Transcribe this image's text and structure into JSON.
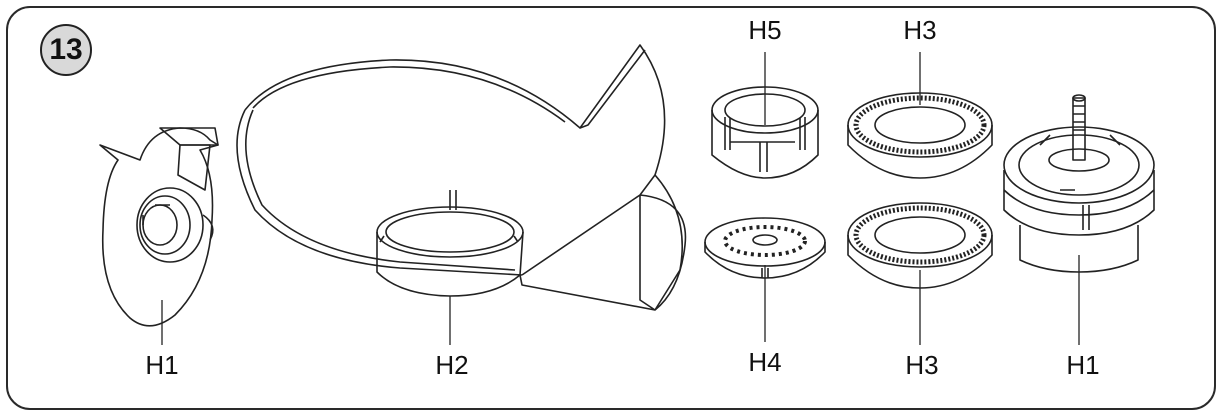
{
  "step_number": "13",
  "labels": {
    "h1_left": "H1",
    "h2": "H2",
    "h5": "H5",
    "h3_top": "H3",
    "h4": "H4",
    "h3_bottom": "H3",
    "h1_right": "H1"
  },
  "colors": {
    "line": "#222222",
    "badge_fill": "#d9d9d9"
  }
}
